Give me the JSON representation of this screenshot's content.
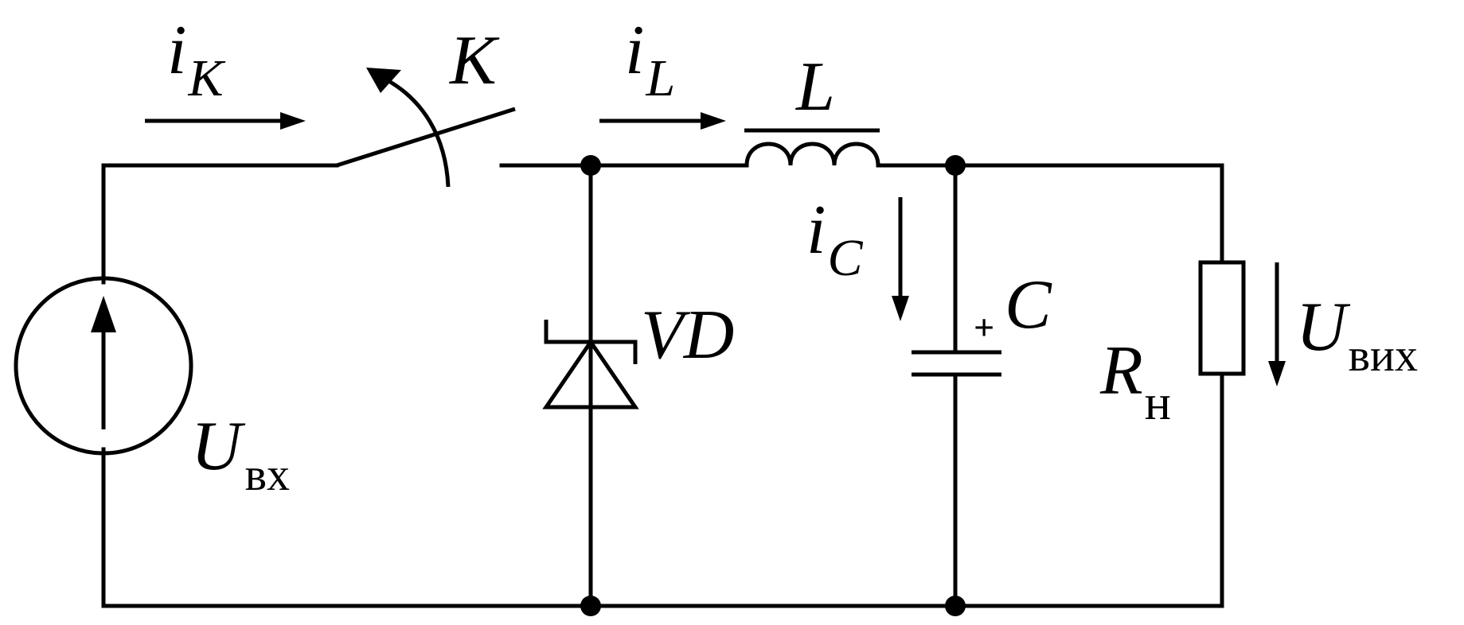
{
  "components": {
    "source": {
      "symbol": "U",
      "subscript": "вх"
    },
    "switch": {
      "label": "K"
    },
    "switch_current": {
      "symbol": "i",
      "subscript": "K"
    },
    "inductor_current": {
      "symbol": "i",
      "subscript": "L"
    },
    "inductor": {
      "label": "L"
    },
    "diode": {
      "label": "VD"
    },
    "capacitor_current": {
      "symbol": "i",
      "subscript": "C"
    },
    "capacitor": {
      "label": "C",
      "polarity": "+"
    },
    "load": {
      "symbol": "R",
      "subscript": "н"
    },
    "output_voltage": {
      "symbol": "U",
      "subscript": "вих"
    }
  },
  "colors": {
    "ink": "#000000",
    "background": "#ffffff"
  }
}
